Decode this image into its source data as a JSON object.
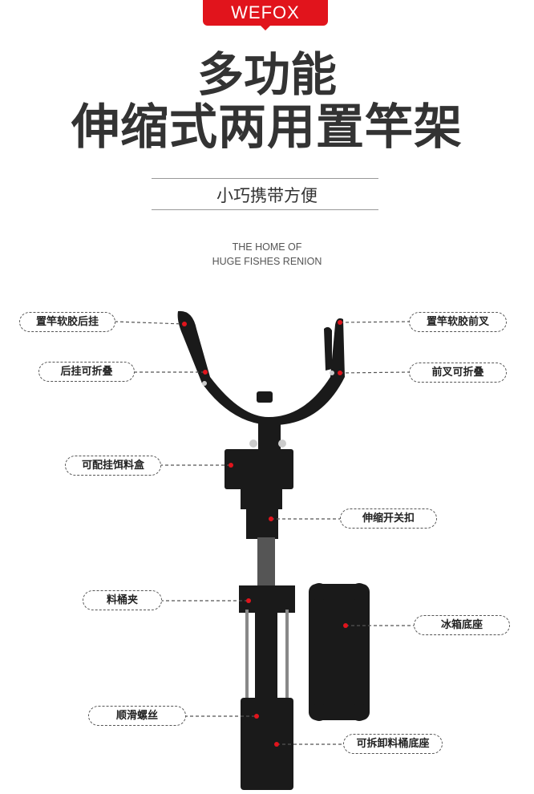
{
  "brand": "WEFOX",
  "title_line1": "多功能",
  "title_line2": "伸缩式两用置竿架",
  "subtitle": "小巧携带方便",
  "tagline_line1": "THE HOME OF",
  "tagline_line2": "HUGE FISHES RENION",
  "callouts": [
    {
      "label": "置竿软胶后挂"
    },
    {
      "label": "置竿软胶前叉"
    },
    {
      "label": "后挂可折叠"
    },
    {
      "label": "前叉可折叠"
    },
    {
      "label": "可配挂饵料盒"
    },
    {
      "label": "伸缩开关扣"
    },
    {
      "label": "料桶夹"
    },
    {
      "label": "冰箱底座"
    },
    {
      "label": "顺滑螺丝"
    },
    {
      "label": "可拆卸料桶底座"
    }
  ],
  "colors": {
    "brand_red": "#e1141c",
    "product": "#1a1a1a",
    "marker": "#e1141c"
  }
}
